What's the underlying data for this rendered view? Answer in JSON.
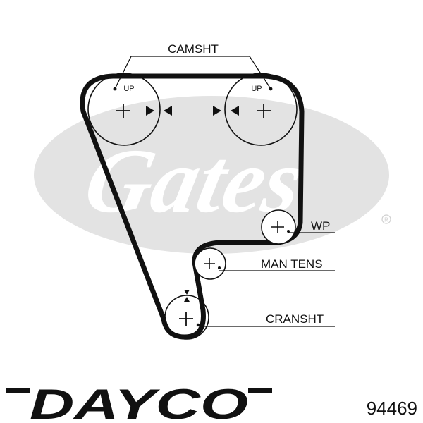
{
  "labels": {
    "camshaft": "CAMSHT",
    "cam_up_left": "UP",
    "cam_up_right": "UP",
    "water_pump": "WP",
    "tensioner": "MAN TENS",
    "crankshaft": "CRANSHT"
  },
  "watermark_text": "Gates",
  "brand": "DAYCO",
  "part_number": "94469",
  "colors": {
    "ink": "#111111",
    "watermark": "#e3e3e3"
  }
}
